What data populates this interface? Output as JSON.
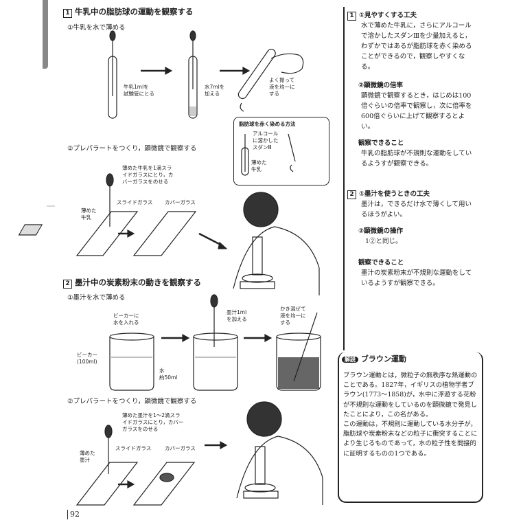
{
  "section1": {
    "num": "1",
    "title": "牛乳中の脂肪球の運動を観察する",
    "step1": "①牛乳を水で薄める",
    "label_milk": "牛乳1mlを\n試験管にとる",
    "label_water": "水7mlを\n加える",
    "label_shake": "よく振って\n液を均一に\nする",
    "box_title": "脂肪球を赤く染める方法",
    "box_alc": "アルコール\nに溶かした\nスダンⅢ",
    "box_milk": "薄めた\n牛乳",
    "step2": "②プレパラートをつくり，顕微鏡で観察する",
    "drop_note": "薄めた牛乳を1滴スラ\nイドガラスにとり，カ\nバーガラスをのせる",
    "slide": "スライドガラス",
    "cover": "カバーガラス",
    "diluted": "薄めた\n牛乳"
  },
  "section2": {
    "num": "2",
    "title": "墨汁中の炭素粉末の動きを観察する",
    "step1": "①墨汁を水で薄める",
    "beaker_note": "ビーカーに\n水を入れる",
    "beaker": "ビーカー\n(100ml)",
    "water": "水\n約50ml",
    "ink": "墨汁1ml\nを加える",
    "mix": "かき混ぜて\n液を均一に\nする",
    "step2": "②プレパラートをつくり，顕微鏡で観察する",
    "drop_note": "薄めた墨汁を1～2滴スラ\nイドガラスにとり，カバー\nガラスをのせる",
    "slide": "スライドガラス",
    "cover": "カバーガラス",
    "diluted": "薄めた\n墨汁"
  },
  "right": {
    "n1": "1",
    "h1": "①見やすくする工夫",
    "t1": "水で薄めた牛乳に，さらにアルコールで溶かしたスダンⅢを少量加えると，わずかではあるが脂肪球を赤く染めることができるので，観察しやすくなる。",
    "h2": "②顕微鏡の倍率",
    "t2": "顕微鏡で観察するとき，はじめは100倍ぐらいの倍率で観察し，次に倍率を600倍ぐらいに上げて観察するとよい。",
    "h3": "観察できること",
    "t3": "牛乳の脂肪球が不規則な運動をしているようすが観察できる。",
    "n2": "2",
    "h4": "①墨汁を使うときの工夫",
    "t4": "墨汁は，できるだけ水で薄くして用いるほうがよい。",
    "h5": "②顕微鏡の操作",
    "t5": "1②と同じ。",
    "h6": "観察できること",
    "t6": "墨汁の炭素粉末が不規則な運動をしているようすが観察できる。"
  },
  "explain": {
    "badge": "解説",
    "title": "ブラウン運動",
    "p1": "ブラウン運動とは，微粒子の無秩序な熱運動のことである。1827年，イギリスの植物学者ブラウン(1773～1858)が，水中に浮遊する花粉が不規則な運動をしているのを顕微鏡で発見したことにより，この名がある。",
    "p2": "この運動は，不規則に運動している水分子が，脂肪球や炭素粉末などの粒子に衝突することにより生じるものであって，水の粒子性を間接的に証明するものの1つである。"
  },
  "page_number": "92"
}
